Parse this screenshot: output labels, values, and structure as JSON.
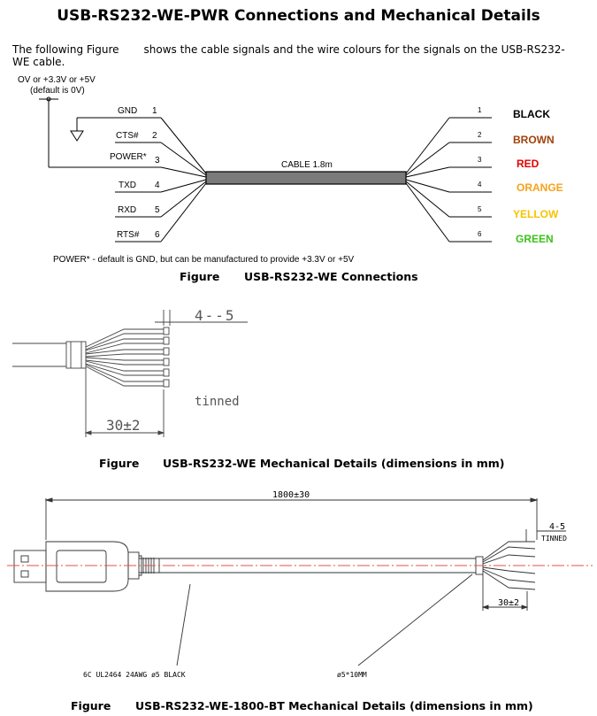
{
  "title": "USB-RS232-WE-PWR Connections and Mechanical Details",
  "intro": {
    "part1": "The following Figure",
    "part2": "shows the cable signals and the wire colours for the signals on the USB-RS232-",
    "part3": "WE cable."
  },
  "connections": {
    "voltage_note_line1": "OV or +3.3V or +5V",
    "voltage_note_line2": "(default is 0V)",
    "left_pins": [
      {
        "name": "GND",
        "num": "1"
      },
      {
        "name": "CTS#",
        "num": "2"
      },
      {
        "name": "POWER*",
        "num": "3"
      },
      {
        "name": "TXD",
        "num": "4"
      },
      {
        "name": "RXD",
        "num": "5"
      },
      {
        "name": "RTS#",
        "num": "6"
      }
    ],
    "cable_label": "CABLE 1.8m",
    "right_wires": [
      {
        "num": "1",
        "color_name": "BLACK",
        "color": "#000000"
      },
      {
        "num": "2",
        "color_name": "BROWN",
        "color": "#a0420a"
      },
      {
        "num": "3",
        "color_name": "RED",
        "color": "#e60000"
      },
      {
        "num": "4",
        "color_name": "ORANGE",
        "color": "#f7a11a"
      },
      {
        "num": "5",
        "color_name": "YELLOW",
        "color": "#f5c400"
      },
      {
        "num": "6",
        "color_name": "GREEN",
        "color": "#3cc21a"
      }
    ],
    "footnote": "POWER* - default is GND, but can be manufactured to provide +3.3V or +5V",
    "caption_fig": "Figure",
    "caption_text": "USB-RS232-WE Connections"
  },
  "mech1": {
    "dim_top": "4--5",
    "tinned": "tinned",
    "dim_bottom": "30±2",
    "caption_fig": "Figure",
    "caption_text": "USB-RS232-WE Mechanical Details (dimensions in mm)"
  },
  "mech2": {
    "dim_length": "1800±30",
    "dim_45": "4-5",
    "tinned": "TINNED",
    "dim_30": "30±2",
    "cable_spec": "6C UL2464 24AWG ø5 BLACK",
    "cable_dia": "ø5*10MM",
    "caption_fig": "Figure",
    "caption_text": "USB-RS232-WE-1800-BT Mechanical Details (dimensions in mm)"
  }
}
